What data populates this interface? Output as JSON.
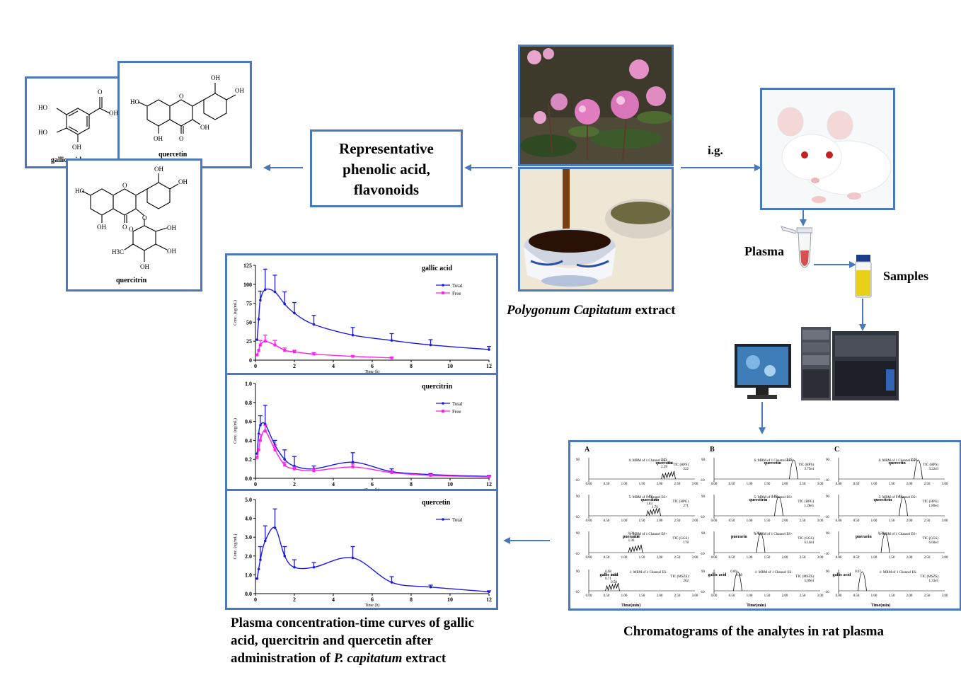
{
  "center_box": {
    "lines": [
      "Representative",
      "phenolic acid,",
      "flavonoids"
    ]
  },
  "structures": {
    "gallic": {
      "name": "gallic acid",
      "labels": [
        "HO",
        "HO",
        "OH",
        "OH",
        "O"
      ]
    },
    "quercetin": {
      "name": "quercetin",
      "labels": [
        "HO",
        "OH",
        "OH",
        "OH",
        "OH",
        "O",
        "O"
      ]
    },
    "quercitrin": {
      "name": "quercitrin",
      "labels": [
        "HO",
        "OH",
        "OH",
        "OH",
        "OH",
        "OH",
        "O",
        "O",
        "O",
        "O",
        "H3C"
      ]
    }
  },
  "extract_caption": {
    "italic": "Polygonum Capitatum",
    "plain": " extract"
  },
  "ig_label": "i.g.",
  "plasma_label": "Plasma",
  "samples_label": "Samples",
  "pk_caption": [
    "Plasma concentration-time curves of gallic",
    "acid, quercitrin and quercetin after"
  ],
  "pk_caption_last": {
    "prefix": "administration of ",
    "italic": "P. capitatum",
    "suffix": " extract"
  },
  "chrom_caption": "Chromatograms of the analytes in rat plasma",
  "colors": {
    "border": "#4a78b8",
    "arrow": "#4a78b8",
    "total": "#1a1ae6",
    "free": "#ff22ee"
  },
  "chart_data": [
    {
      "type": "line",
      "title": "gallic acid",
      "xlabel": "Time (h)",
      "ylabel": "Conc. (ug/mL)",
      "xlim": [
        0,
        12
      ],
      "ylim": [
        0,
        125
      ],
      "xticks": [
        0,
        2,
        4,
        6,
        8,
        10,
        12
      ],
      "yticks": [
        0,
        25,
        50,
        75,
        100,
        125
      ],
      "legend_position": "top-right",
      "series": [
        {
          "name": "Total",
          "x": [
            0.083,
            0.167,
            0.25,
            0.5,
            1,
            1.5,
            2,
            3,
            5,
            7,
            9,
            12
          ],
          "y": [
            27,
            54,
            79,
            93,
            90,
            74,
            62,
            47,
            33,
            26,
            20,
            14
          ],
          "err": [
            0,
            0,
            12,
            27,
            22,
            16,
            14,
            12,
            10,
            9,
            7,
            4
          ]
        },
        {
          "name": "Free",
          "x": [
            0.083,
            0.167,
            0.25,
            0.5,
            1,
            1.5,
            2,
            3,
            5,
            7
          ],
          "y": [
            7,
            13,
            20,
            25,
            20,
            13,
            11,
            8,
            5,
            3
          ],
          "err": [
            0,
            0,
            6,
            8,
            6,
            3,
            2,
            2,
            1,
            1
          ]
        }
      ]
    },
    {
      "type": "line",
      "title": "quercitrin",
      "xlabel": "Time (h)",
      "ylabel": "Conc. (ug/mL)",
      "xlim": [
        0,
        12
      ],
      "ylim": [
        0,
        1.0
      ],
      "xticks": [
        0,
        2,
        4,
        6,
        8,
        10,
        12
      ],
      "yticks": [
        0.0,
        0.2,
        0.4,
        0.6,
        0.8,
        1.0
      ],
      "legend_position": "top-right",
      "series": [
        {
          "name": "Total",
          "x": [
            0.083,
            0.167,
            0.25,
            0.5,
            1,
            1.5,
            2,
            3,
            5,
            7,
            9,
            12
          ],
          "y": [
            0.26,
            0.47,
            0.56,
            0.57,
            0.35,
            0.2,
            0.13,
            0.1,
            0.17,
            0.07,
            0.04,
            0.02
          ],
          "err": [
            0,
            0,
            0.1,
            0.2,
            0.05,
            0.1,
            0.1,
            0.03,
            0.1,
            0.03,
            0.01,
            0.01
          ]
        },
        {
          "name": "Free",
          "x": [
            0.083,
            0.167,
            0.25,
            0.5,
            1,
            1.5,
            2,
            3,
            5,
            7,
            9,
            12
          ],
          "y": [
            0.22,
            0.3,
            0.4,
            0.5,
            0.3,
            0.14,
            0.1,
            0.08,
            0.12,
            0.06,
            0.03,
            0.015
          ],
          "err": [
            0,
            0,
            0.06,
            0.06,
            0.05,
            0.03,
            0.02,
            0.02,
            0.03,
            0.02,
            0.01,
            0.005
          ]
        }
      ]
    },
    {
      "type": "line",
      "title": "quercetin",
      "xlabel": "Time (h)",
      "ylabel": "Conc. (ug/mL)",
      "xlim": [
        0,
        12
      ],
      "ylim": [
        0,
        5.0
      ],
      "xticks": [
        0,
        2,
        4,
        6,
        8,
        10,
        12
      ],
      "yticks": [
        0.0,
        1.0,
        2.0,
        3.0,
        4.0,
        5.0
      ],
      "legend_position": "top-right",
      "series": [
        {
          "name": "Total",
          "x": [
            0.083,
            0.167,
            0.25,
            0.5,
            1,
            1.5,
            2,
            3,
            5,
            7,
            9,
            12
          ],
          "y": [
            0.8,
            1.3,
            1.8,
            2.8,
            3.5,
            2.0,
            1.4,
            1.4,
            1.9,
            0.6,
            0.35,
            0.1
          ],
          "err": [
            0,
            0,
            0.7,
            0.8,
            1.0,
            0.5,
            0.4,
            0.25,
            0.6,
            0.3,
            0.1,
            0.05
          ]
        }
      ]
    }
  ],
  "chromatogram": {
    "panels": [
      "A",
      "B",
      "C"
    ],
    "rows": [
      {
        "name": "quercetin",
        "mrm": "6: MRM of 1 Channel ES+",
        "tic": "TIC (HPS)",
        "peak": 2.25,
        "mrm_neg": false
      },
      {
        "name": "quercitrin",
        "mrm": "5: MRM of 1 Channel ES+",
        "tic": "TIC (HPG)",
        "peak": 1.83,
        "mrm_neg": false
      },
      {
        "name": "puerarin",
        "mrm": "3: MRM of 1 Channel ES+",
        "tic": "TIC (GGS)",
        "peak": 1.32,
        "mrm_neg": false
      },
      {
        "name": "gallic acid",
        "mrm": "1: MRM of 1 Channel ES-",
        "tic": "TIC (MSZS)",
        "peak": 0.67,
        "mrm_neg": true
      }
    ],
    "intensities": [
      [
        "222",
        "271",
        "178",
        "262"
      ],
      [
        "3.75e4",
        "1.28e5",
        "6.14e4",
        "5.09e4"
      ],
      [
        "3.22e3",
        "1.80e4",
        "6.60e4",
        "1.33e5"
      ]
    ],
    "peak_labels": [
      [
        [
          "2.25",
          "2.22",
          "2.39"
        ],
        [
          "1.82",
          "1.81",
          "1.83",
          "1.76"
        ],
        [
          "1.31",
          "1.28",
          "1.36"
        ],
        [
          "0.68",
          "0.65",
          "0.71",
          "0.58"
        ]
      ],
      [
        [
          "2.25"
        ],
        [
          "1.83"
        ],
        [
          "1.32"
        ],
        [
          "0.66",
          "0.68"
        ]
      ],
      [
        [
          "2.26"
        ],
        [
          "1.83"
        ],
        [
          "1.33"
        ],
        [
          "0.67"
        ]
      ]
    ],
    "xticks": [
      "0.00",
      "0.50",
      "1.00",
      "1.50",
      "2.00",
      "2.50",
      "3.00"
    ],
    "ytop": "90",
    "ybottom": "-10",
    "xlabel": "Time(min)"
  }
}
